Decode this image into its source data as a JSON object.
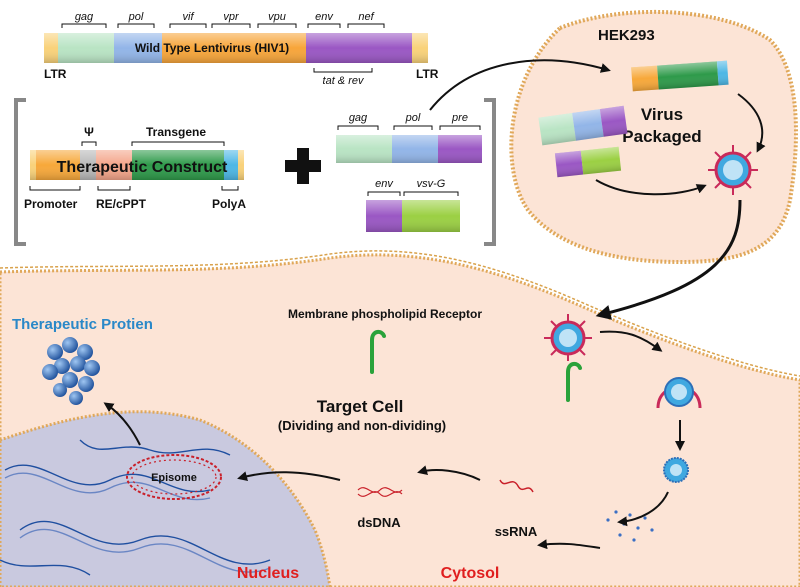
{
  "lentivirus": {
    "title": "Wild Type Lentivirus (HIV1)",
    "ltr_left": "LTR",
    "ltr_right": "LTR",
    "genes": [
      "gag",
      "pol",
      "vif",
      "vpr",
      "vpu",
      "env",
      "nef"
    ],
    "tat_rev": "tat & rev"
  },
  "construct": {
    "title": "Therapeutic Construct",
    "psi": "Ψ",
    "transgene": "Transgene",
    "promoter": "Promoter",
    "re_cppt": "RE/cPPT",
    "polya": "PolyA"
  },
  "packaging": {
    "gag": "gag",
    "pol": "pol",
    "pre": "pre",
    "env": "env",
    "vsvg": "vsv-G"
  },
  "hek": {
    "title": "HEK293",
    "packaged_line1": "Virus",
    "packaged_line2": "Packaged"
  },
  "cell": {
    "receptor": "Membrane phospholipid Receptor",
    "therapeutic_protein": "Therapeutic Protien",
    "target_cell": "Target Cell",
    "target_cell_sub": "(Dividing and non-dividing)",
    "episome": "Episome",
    "dsdna": "dsDNA",
    "ssrna": "ssRNA",
    "nucleus": "Nucleus",
    "cytosol": "Cytosol"
  },
  "colors": {
    "ltr": "#f9d27a",
    "gag": "#b9e4c4",
    "pol": "#92b5e8",
    "env": "#9a57c4",
    "vsvg": "#9bd043",
    "promoter": "#f7a83a",
    "transgene": "#2e9a4a",
    "polya": "#4db7e5",
    "cell_fill": "#fce4d6",
    "nucleus_fill": "#c9c9df",
    "label_red": "#e01f1f",
    "label_blue": "#2a88c8"
  }
}
